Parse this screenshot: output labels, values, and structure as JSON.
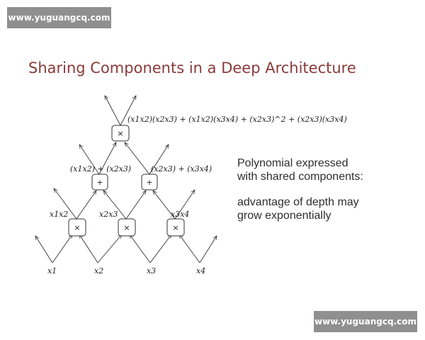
{
  "watermark": {
    "top": "www.yuguangcq.com",
    "bottom": "www.yuguangcq.com"
  },
  "title": "Sharing Components in a Deep Architecture",
  "side": {
    "line1": "Polynomial expressed",
    "line2": "with shared components:",
    "line3": "advantage of depth may",
    "line4": "grow exponentially"
  },
  "diagram": {
    "inputs": [
      "x1",
      "x2",
      "x3",
      "x4"
    ],
    "layer1": [
      {
        "op": "×",
        "label": "x1x2"
      },
      {
        "op": "×",
        "label": "x2x3"
      },
      {
        "op": "×",
        "label": "x3x4"
      }
    ],
    "layer2": [
      {
        "op": "+",
        "label": "(x1x2) + (x2x3)"
      },
      {
        "op": "+",
        "label": "(x2x3) + (x3x4)"
      }
    ],
    "top": {
      "op": "×",
      "label": "(x1x2)(x2x3) + (x1x2)(x3x4) + (x2x3)^2 + (x2x3)(x3x4)"
    }
  }
}
